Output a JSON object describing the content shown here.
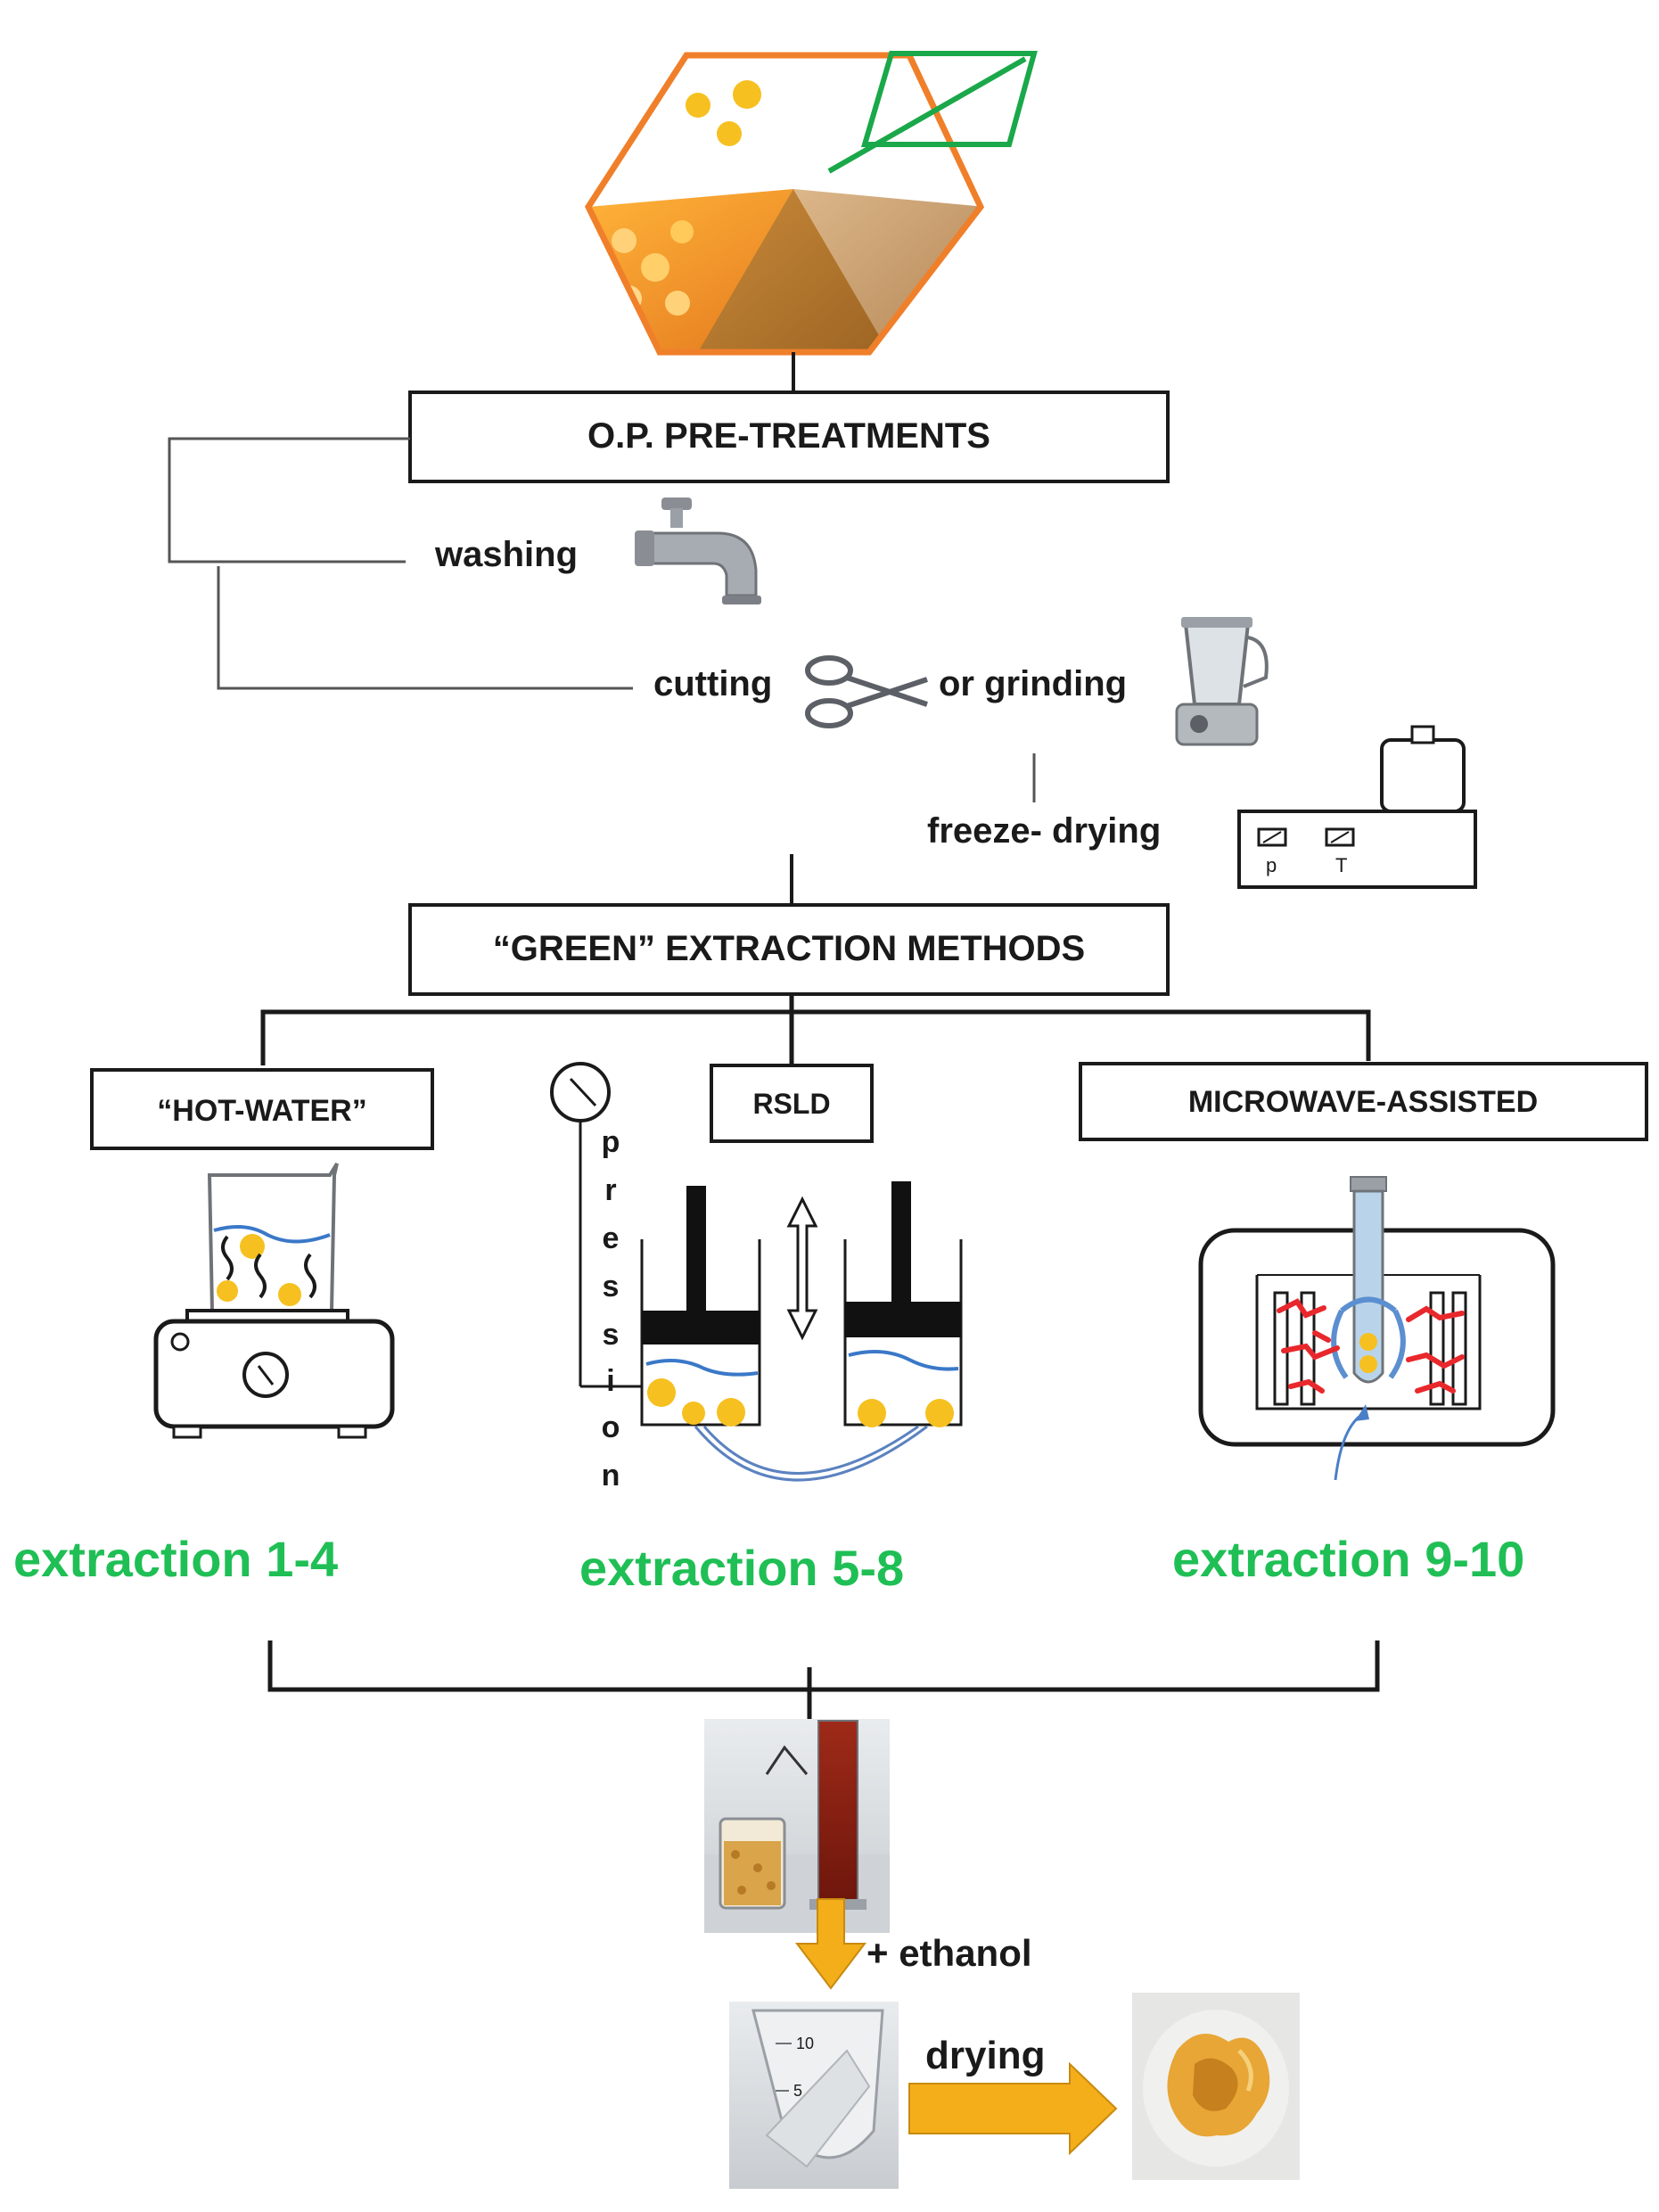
{
  "boxes": {
    "pretreatments": "O.P. PRE-TREATMENTS",
    "green_methods": "“GREEN” EXTRACTION METHODS",
    "hot_water": "“HOT-WATER”",
    "rsld": "RSLD",
    "microwave": "MICROWAVE-ASSISTED"
  },
  "steps": {
    "washing": "washing",
    "cutting": "cutting",
    "or_grinding": "or grinding",
    "freeze_drying": "freeze- drying",
    "ethanol": "+ ethanol",
    "drying": "drying"
  },
  "pression_letters": [
    "p",
    "r",
    "e",
    "s",
    "s",
    "i",
    "o",
    "n"
  ],
  "dryer_labels": {
    "p": "p",
    "t": "T"
  },
  "extractions": {
    "hot_water": "extraction 1-4",
    "rsld": "extraction 5-8",
    "microwave": "extraction 9-10"
  },
  "tube_scale": [
    "10",
    "5"
  ],
  "colors": {
    "hexagon": "#f07f2a",
    "leaf": "#1aa84a",
    "particle": "#f6c020",
    "water": "#3a78c8",
    "extraction_text": "#1fbf55",
    "arrow": "#f3ae1a",
    "microwave_wave": "#e8282c"
  }
}
